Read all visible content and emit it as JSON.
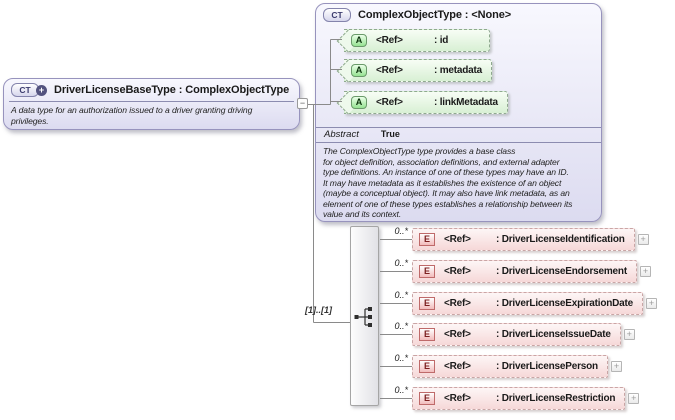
{
  "diagram": {
    "icons": {
      "collapse": "−",
      "expand": "+",
      "complex_type_badge": "CT",
      "attribute_badge": "A",
      "element_badge": "E"
    },
    "main_type": {
      "title": "DriverLicenseBaseType : ComplexObjectType",
      "description": "A data type for an authorization issued to a driver granting driving\nprivileges."
    },
    "base_type": {
      "title": "ComplexObjectType : <None>",
      "attributes": [
        {
          "ref": "<Ref>",
          "name": ": id"
        },
        {
          "ref": "<Ref>",
          "name": ": metadata"
        },
        {
          "ref": "<Ref>",
          "name": ": linkMetadata"
        }
      ],
      "properties": [
        {
          "label": "Abstract",
          "value": "True"
        }
      ],
      "description": "The ComplexObjectType type provides a base class\nfor object definition, association definitions, and external adapter\ntype definitions. An instance of one of these types may have an ID.\nIt may have metadata as it establishes the existence of an object\n(maybe a conceptual object). It may also have link metadata, as an\nelement of one of these types establishes a relationship between its\nvalue and its context."
    },
    "sequence": {
      "cardinality": "[1]..[1]",
      "elements": [
        {
          "ref": "<Ref>",
          "name": ": DriverLicenseIdentification",
          "cardinality": "0..*"
        },
        {
          "ref": "<Ref>",
          "name": ": DriverLicenseEndorsement",
          "cardinality": "0..*"
        },
        {
          "ref": "<Ref>",
          "name": ": DriverLicenseExpirationDate",
          "cardinality": "0..*"
        },
        {
          "ref": "<Ref>",
          "name": ": DriverLicenseIssueDate",
          "cardinality": "0..*"
        },
        {
          "ref": "<Ref>",
          "name": ": DriverLicensePerson",
          "cardinality": "0..*"
        },
        {
          "ref": "<Ref>",
          "name": ": DriverLicenseRestriction",
          "cardinality": "0..*"
        }
      ]
    }
  }
}
